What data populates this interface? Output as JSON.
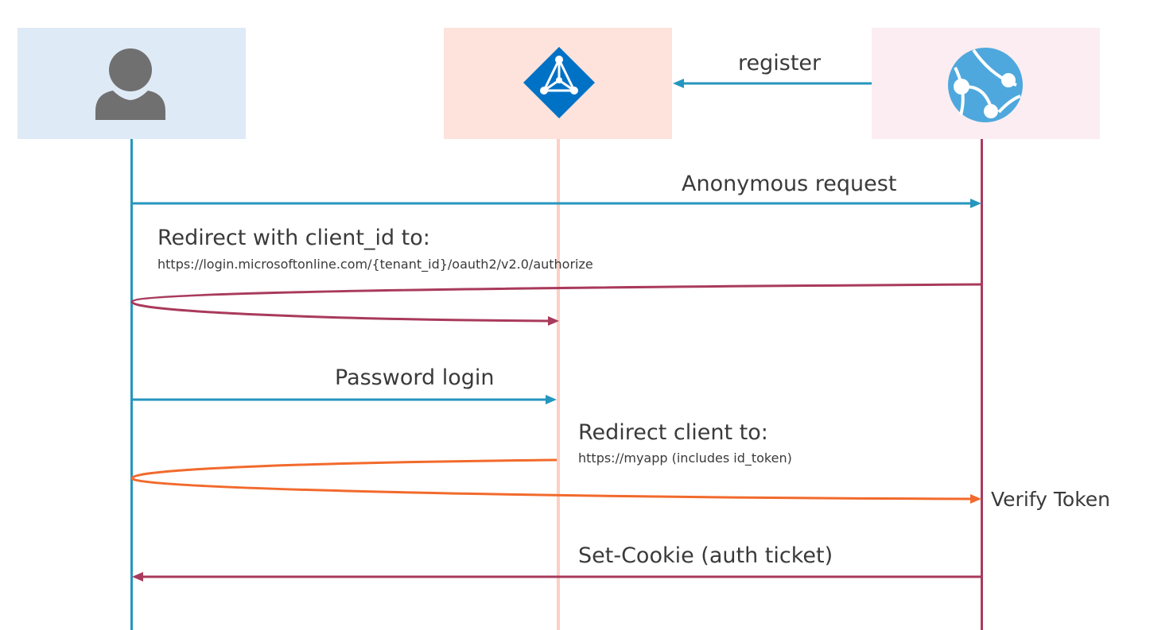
{
  "colors": {
    "user_box": "#dfeaf7",
    "aad_box": "#fde3dc",
    "app_box": "#fbedf1",
    "user_line": "#2596be",
    "aad_line": "#fbd0c6",
    "app_line": "#a93a5c",
    "blue_arrow": "#2596be",
    "maroon_arrow": "#a93a5c",
    "orange_arrow": "#f26a2c",
    "icon_gray": "#707070",
    "aad_blue": "#0072c6",
    "globe_blue": "#4ea8dd"
  },
  "actors": [
    {
      "id": "user",
      "icon": "person-icon"
    },
    {
      "id": "azure-ad",
      "icon": "azure-ad-icon"
    },
    {
      "id": "web-app",
      "icon": "web-app-globe-icon"
    }
  ],
  "messages": {
    "register": "register",
    "anonymous_request": "Anonymous request",
    "redirect_title": "Redirect with client_id to:",
    "redirect_url": "https://login.microsoftonline.com/{tenant_id}/oauth2/v2.0/authorize",
    "password_login": "Password login",
    "redirect_client_title": "Redirect client to:",
    "redirect_client_url": "https://myapp (includes id_token)",
    "verify_token": "Verify Token",
    "set_cookie": "Set-Cookie (auth ticket)"
  }
}
